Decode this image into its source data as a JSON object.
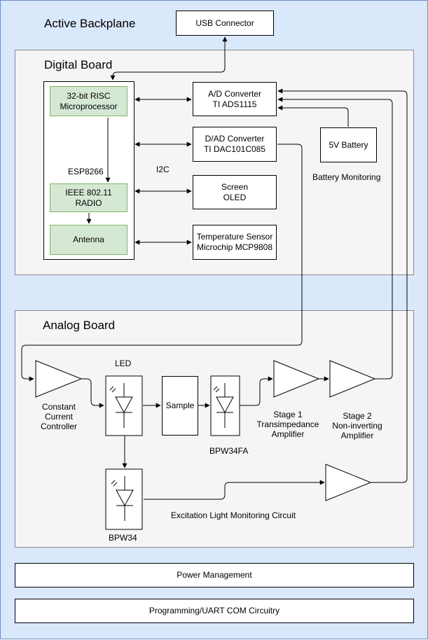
{
  "title": "Active Backplane",
  "usb": "USB Connector",
  "digital": {
    "title": "Digital Board",
    "cpu": [
      "32-bit RISC",
      "Microprocessor"
    ],
    "esp": "ESP8266",
    "radio": [
      "IEEE 802.11",
      "RADIO"
    ],
    "antenna": "Antenna",
    "adc": [
      "A/D Converter",
      "TI ADS1115"
    ],
    "dac": [
      "D/AD Converter",
      "TI DAC101C085"
    ],
    "screen": [
      "Screen",
      "OLED"
    ],
    "temp": [
      "Temperature Sensor",
      "Microchip MCP9808"
    ],
    "battery": "5V Battery",
    "battery_monitoring": "Battery  Monitoring",
    "i2c": "I2C"
  },
  "analog": {
    "title": "Analog Board",
    "ccc": [
      "Constant",
      "Current",
      "Controller"
    ],
    "led": "LED",
    "sample": "Sample",
    "bpw34fa": "BPW34FA",
    "stage1": [
      "Stage 1",
      "Transimpedance",
      "Amplifier"
    ],
    "stage2": [
      "Stage 2",
      "Non-inverting",
      "Amplifier"
    ],
    "bpw34": "BPW34",
    "excitation": "Excitation Light Monitoring Circuit"
  },
  "power": "Power Management",
  "programming": "Programming/UART COM Circuitry",
  "colors": {
    "background": "#dae8fc",
    "panel": "#f5f5f5",
    "component_green": "#d5e8d4",
    "component_green_border": "#82b366"
  }
}
